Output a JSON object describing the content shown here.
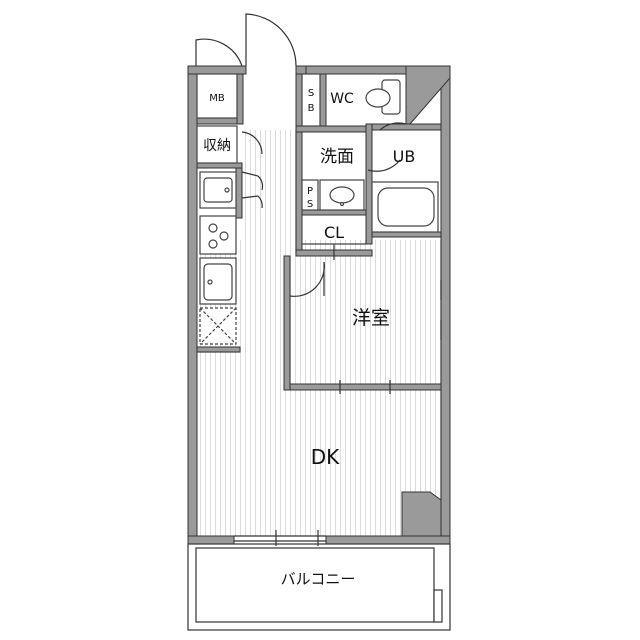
{
  "rooms": {
    "mb": "MB",
    "sb_top": "S",
    "sb_bottom": "B",
    "wc": "WC",
    "storage": "収納",
    "washroom": "洗面",
    "ub": "UB",
    "ps_top": "P",
    "ps_bottom": "S",
    "cl": "CL",
    "western_room": "洋室",
    "dk": "DK",
    "balcony": "バルコニー"
  },
  "colors": {
    "wall": "#9a9a9a",
    "wall_outline": "#333333",
    "floor_stripe": "#d9d9d9",
    "fixture": "#444444"
  }
}
